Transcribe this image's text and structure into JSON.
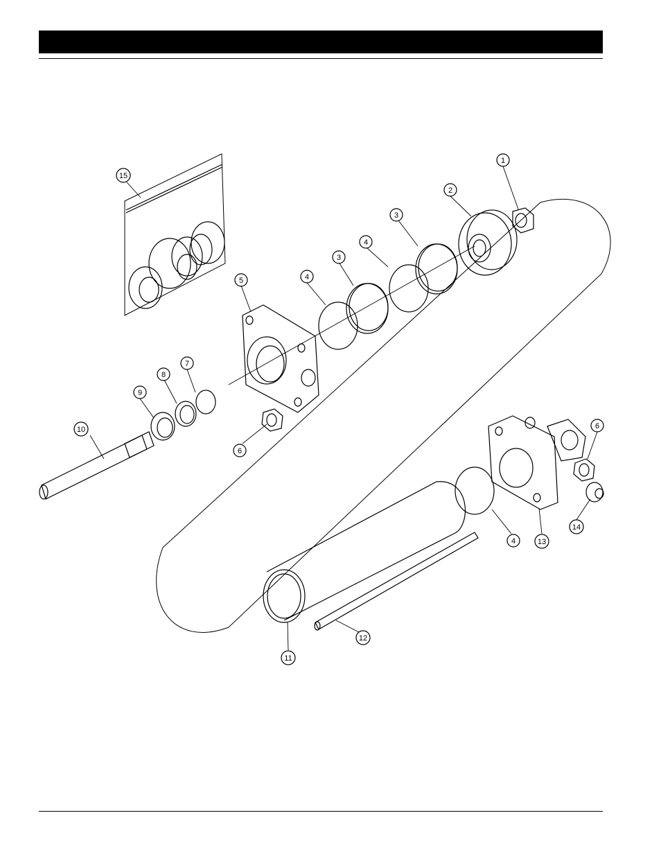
{
  "callouts": [
    {
      "id": "c1",
      "label": "1"
    },
    {
      "id": "c2",
      "label": "2"
    },
    {
      "id": "c3a",
      "label": "3"
    },
    {
      "id": "c3b",
      "label": "3"
    },
    {
      "id": "c4a",
      "label": "4"
    },
    {
      "id": "c4b",
      "label": "4"
    },
    {
      "id": "c4c",
      "label": "4"
    },
    {
      "id": "c5",
      "label": "5"
    },
    {
      "id": "c6a",
      "label": "6"
    },
    {
      "id": "c6b",
      "label": "6"
    },
    {
      "id": "c7",
      "label": "7"
    },
    {
      "id": "c8",
      "label": "8"
    },
    {
      "id": "c9",
      "label": "9"
    },
    {
      "id": "c10",
      "label": "10"
    },
    {
      "id": "c11",
      "label": "11"
    },
    {
      "id": "c12",
      "label": "12"
    },
    {
      "id": "c13",
      "label": "13"
    },
    {
      "id": "c14",
      "label": "14"
    },
    {
      "id": "c15",
      "label": "15"
    }
  ]
}
